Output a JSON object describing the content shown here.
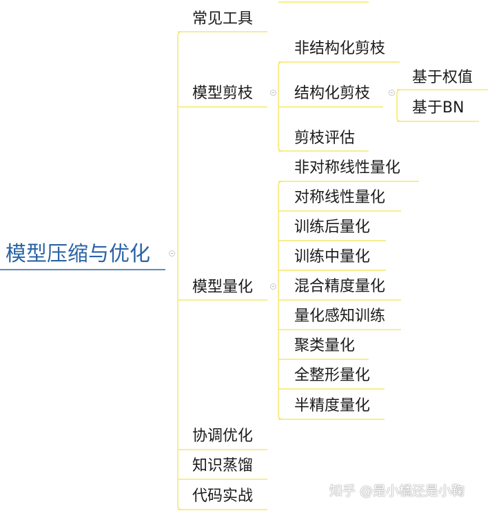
{
  "root": {
    "label": "模型压缩与优化"
  },
  "level1": [
    {
      "id": "tools",
      "label": "常见工具"
    },
    {
      "id": "pruning",
      "label": "模型剪枝"
    },
    {
      "id": "quant",
      "label": "模型量化"
    },
    {
      "id": "coord",
      "label": "协调优化"
    },
    {
      "id": "distill",
      "label": "知识蒸馏"
    },
    {
      "id": "code",
      "label": "代码实战"
    }
  ],
  "pruning_children": [
    {
      "id": "unstructured",
      "label": "非结构化剪枝"
    },
    {
      "id": "structured",
      "label": "结构化剪枝"
    },
    {
      "id": "eval",
      "label": "剪枝评估"
    }
  ],
  "structured_children": [
    {
      "id": "weight",
      "label": "基于权值"
    },
    {
      "id": "bn",
      "label": "基于BN"
    }
  ],
  "quant_children": [
    {
      "id": "asym",
      "label": "非对称线性量化"
    },
    {
      "id": "sym",
      "label": "对称线性量化"
    },
    {
      "id": "ptq",
      "label": "训练后量化"
    },
    {
      "id": "during",
      "label": "训练中量化"
    },
    {
      "id": "mixed",
      "label": "混合精度量化"
    },
    {
      "id": "qat",
      "label": "量化感知训练"
    },
    {
      "id": "cluster",
      "label": "聚类量化"
    },
    {
      "id": "int",
      "label": "全整形量化"
    },
    {
      "id": "half",
      "label": "半精度量化"
    }
  ],
  "watermark": "知乎 @是小橘还是小鞠",
  "colors": {
    "root_text": "#2a63a6",
    "root_line": "#2a63a6",
    "branch_line": "#f5e76a",
    "text": "#1a1a1a"
  }
}
